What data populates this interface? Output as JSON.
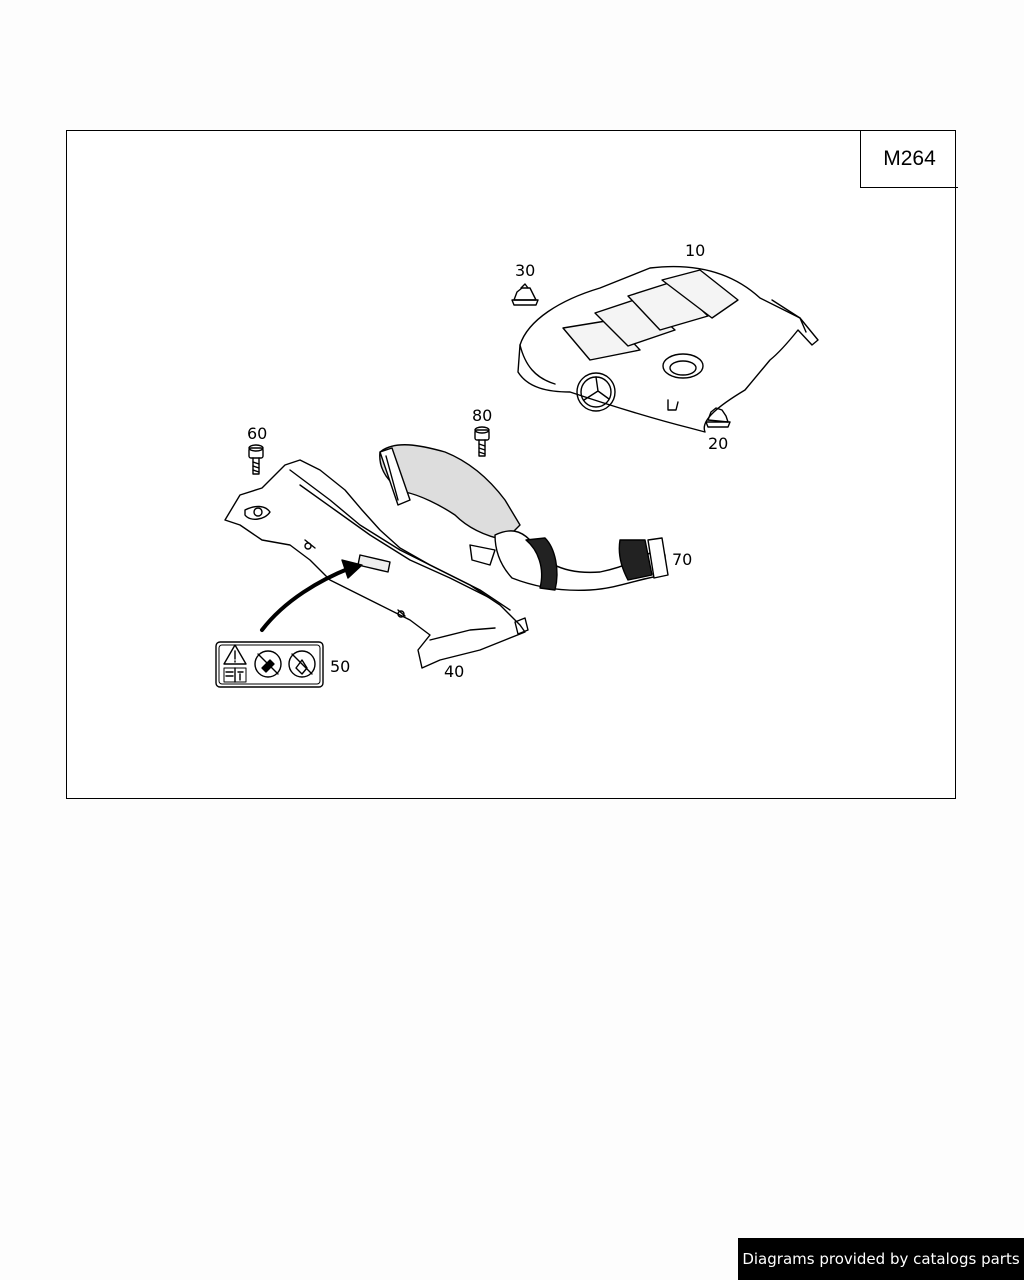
{
  "diagram": {
    "model_code": "M264",
    "callouts": {
      "c10": "10",
      "c20": "20",
      "c30": "30",
      "c40": "40",
      "c50": "50",
      "c60": "60",
      "c70": "70",
      "c80": "80"
    },
    "parts": [
      {
        "callout": "10",
        "part": "engine-cover-icon"
      },
      {
        "callout": "20",
        "part": "rubber-grommet-icon"
      },
      {
        "callout": "30",
        "part": "rubber-grommet-icon"
      },
      {
        "callout": "40",
        "part": "air-duct-bracket-icon"
      },
      {
        "callout": "50",
        "part": "warning-label-icon"
      },
      {
        "callout": "60",
        "part": "bolt-icon"
      },
      {
        "callout": "70",
        "part": "intake-hose-icon"
      },
      {
        "callout": "80",
        "part": "bolt-icon"
      }
    ]
  },
  "footer": {
    "text": "Diagrams provided by catalogs parts"
  }
}
